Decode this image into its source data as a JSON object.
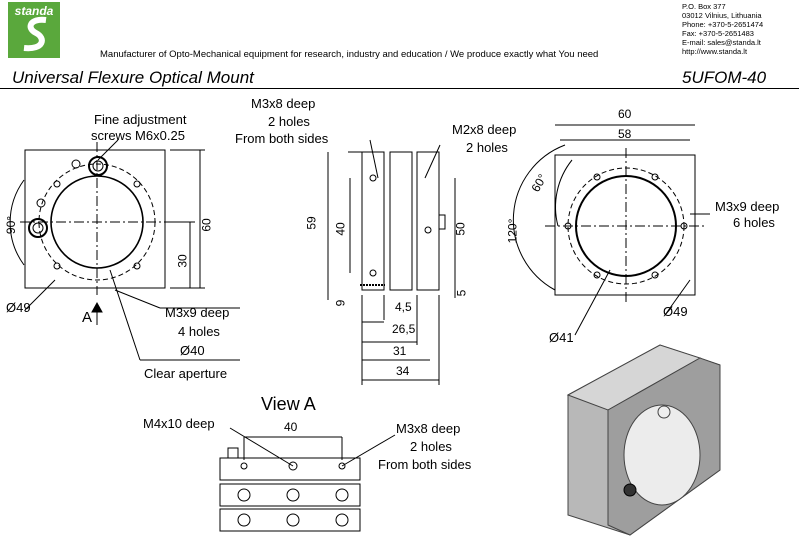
{
  "header": {
    "brand": "standa",
    "tagline": "Manufacturer of Opto-Mechanical equipment for research, industry and education / We produce exactly what You need",
    "contact": [
      "P.O. Box 377",
      "03012 Vilnius, Lithuania",
      "Phone: +370-5-2651474",
      "Fax: +370-5-2651483",
      "E-mail: sales@standa.lt",
      "http://www.standa.lt"
    ]
  },
  "title": "Universal Flexure Optical Mount",
  "part_number": "5UFOM-40",
  "front_view": {
    "fine_adjust_1": "Fine adjustment",
    "fine_adjust_2": "screws M6x0.25",
    "angle": "90°",
    "dim_60": "60",
    "dim_30": "30",
    "dia_49": "Ø49",
    "arrow_a": "A",
    "holes_1": "M3x9 deep",
    "holes_2": "4 holes",
    "dia_40": "Ø40",
    "clear_aperture": "Clear aperture"
  },
  "side_view": {
    "m3x8_1": "M3x8 deep",
    "m3x8_2": "2 holes",
    "m3x8_3": "From both sides",
    "m2x8_1": "M2x8 deep",
    "m2x8_2": "2 holes",
    "dim_59": "59",
    "dim_40": "40",
    "dim_50": "50",
    "dim_9": "9",
    "dim_5": "5",
    "dim_4_5": "4,5",
    "dim_26_5": "26,5",
    "dim_31": "31",
    "dim_34": "34"
  },
  "back_view": {
    "dim_60": "60",
    "dim_58": "58",
    "angle_60": "60°",
    "angle_120": "120°",
    "m3x9_1": "M3x9 deep",
    "m3x9_2": "6 holes",
    "dia_49": "Ø49",
    "dia_41": "Ø41"
  },
  "view_a": {
    "title": "View A",
    "m4x10": "M4x10 deep",
    "dim_40": "40",
    "m3x8_1": "M3x8 deep",
    "m3x8_2": "2 holes",
    "m3x8_3": "From both sides"
  },
  "colors": {
    "brand_green": "#5aa83c",
    "line": "#000000",
    "body_grey": "#b8b8b8"
  }
}
